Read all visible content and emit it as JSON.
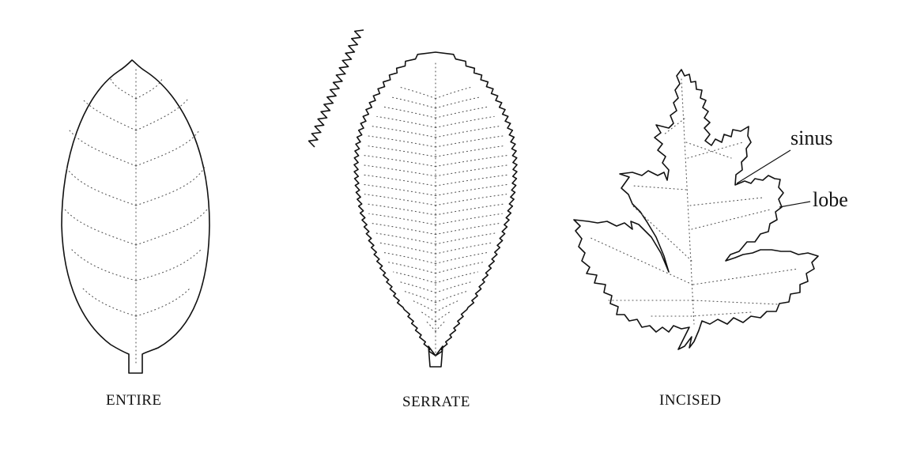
{
  "captions": {
    "entire": "ENTIRE",
    "serrate": "SERRATE",
    "incised": "INCISED"
  },
  "labels": {
    "sinus": "sinus",
    "lobe": "lobe"
  },
  "colors": {
    "outline": "#111111",
    "vein": "#555555",
    "background": "#ffffff"
  }
}
